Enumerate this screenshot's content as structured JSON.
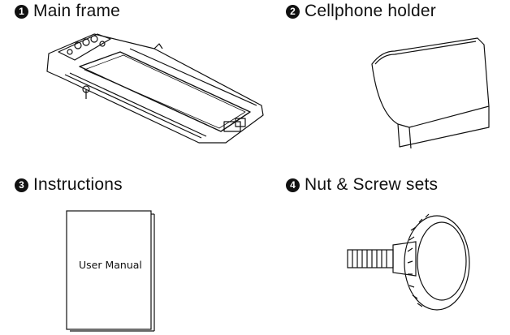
{
  "items": [
    {
      "number": "1",
      "title": "Main frame"
    },
    {
      "number": "2",
      "title": "Cellphone holder"
    },
    {
      "number": "3",
      "title": "Instructions"
    },
    {
      "number": "4",
      "title": "Nut & Screw sets"
    }
  ],
  "manual": {
    "cover_text": "User Manual"
  },
  "colors": {
    "line": "#111111",
    "background": "#ffffff"
  }
}
